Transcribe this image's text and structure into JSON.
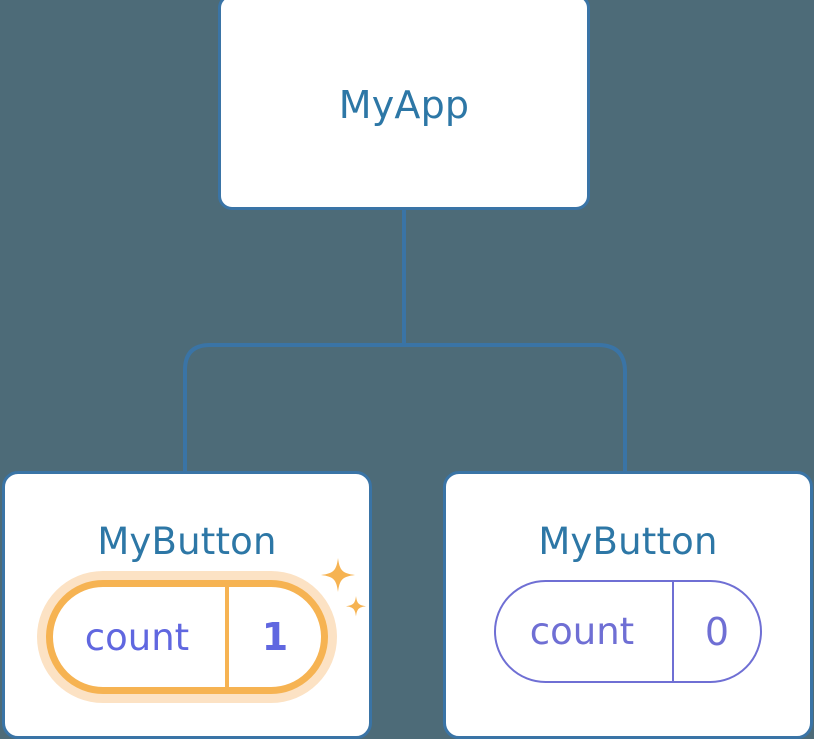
{
  "diagram": {
    "type": "component-tree",
    "background_color": "#4d6b78",
    "edge_color": "#3a74a6",
    "node_border_color": "#3a74a6",
    "node_fill_color": "#ffffff",
    "node_title_color": "#2d77a6",
    "highlight_color": "#f6b352",
    "highlight_glow_color": "#f8be7d",
    "idle_state_color": "#6f6fd4",
    "highlight_state_text_color": "#6067e0",
    "root": {
      "title": "MyApp"
    },
    "children": [
      {
        "title": "MyButton",
        "state_key": "count",
        "state_value": "1",
        "highlighted": true,
        "sparkle_icons": [
          "sparkle-large-icon",
          "sparkle-small-icon"
        ]
      },
      {
        "title": "MyButton",
        "state_key": "count",
        "state_value": "0",
        "highlighted": false,
        "sparkle_icons": []
      }
    ]
  }
}
